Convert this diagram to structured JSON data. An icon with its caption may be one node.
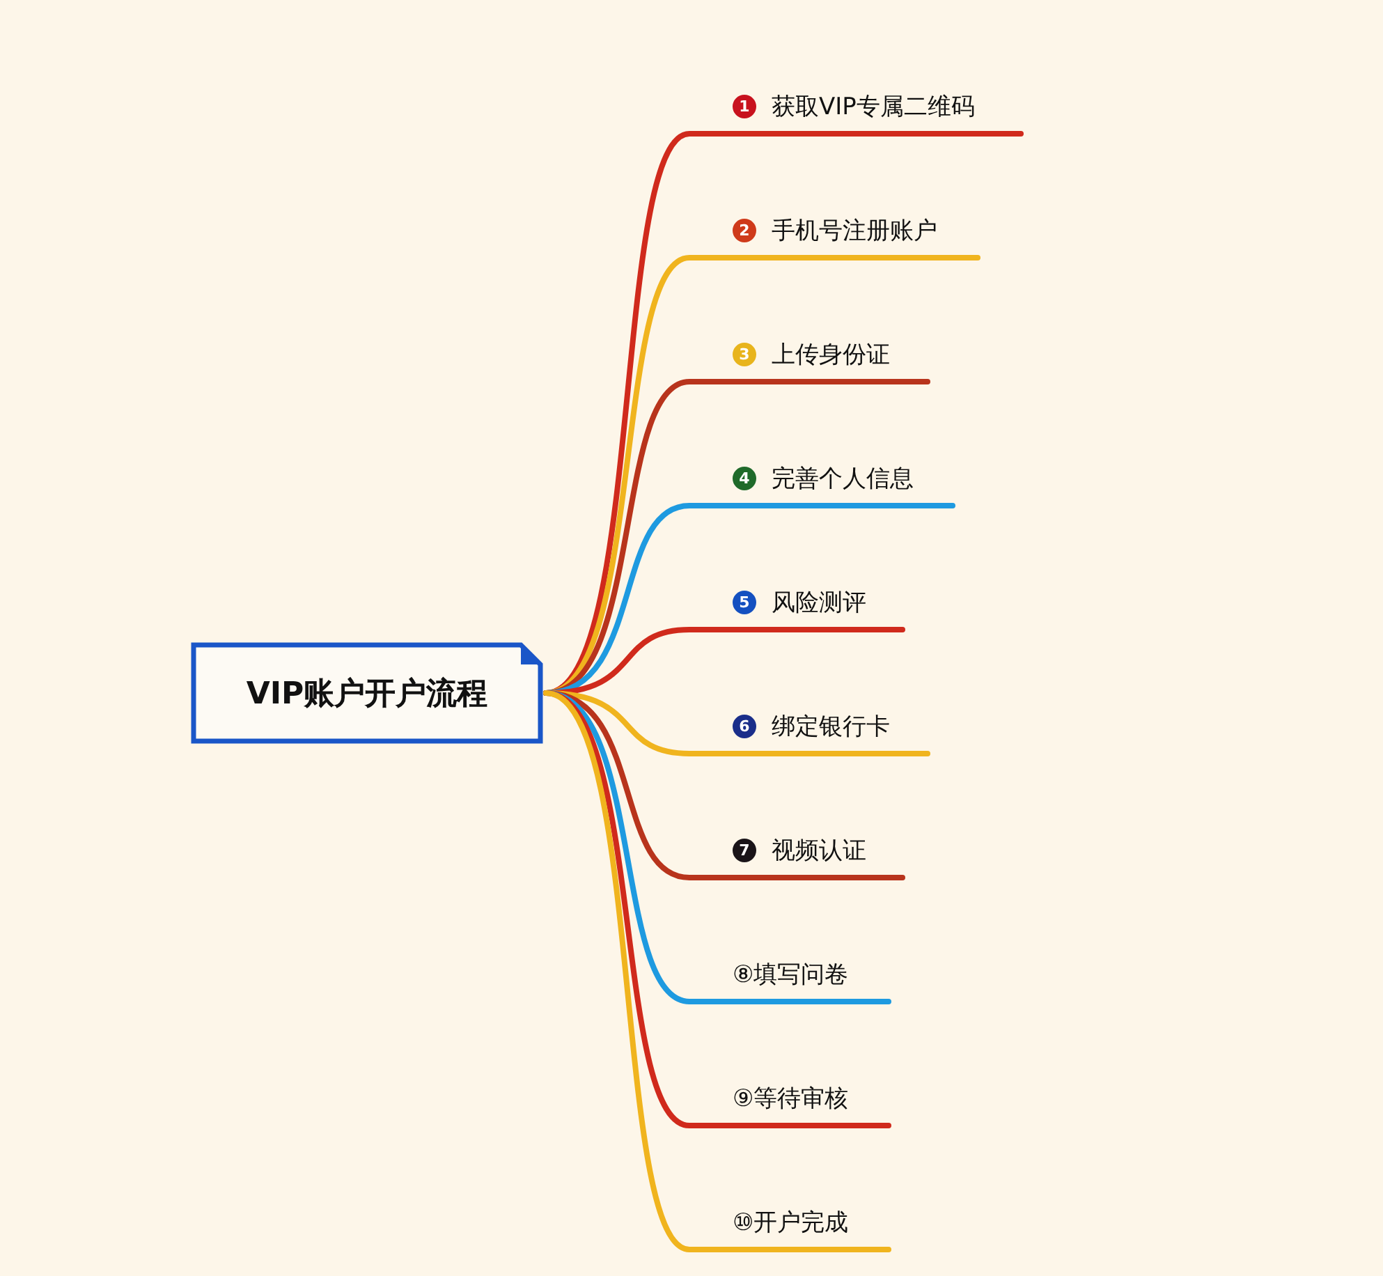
{
  "diagram": {
    "nodes": [
      {
        "text": [
          "VIP账户开户流程"
        ]
      },
      {
        "text": [
          "1",
          "获取VIP专属二维码"
        ]
      },
      {
        "text": [
          "2",
          "手机号注册账户"
        ]
      },
      {
        "text": [
          "3",
          "上传身份证"
        ]
      },
      {
        "text": [
          "4",
          "完善个人信息"
        ]
      },
      {
        "text": [
          "5",
          "风险测评"
        ]
      },
      {
        "text": [
          "6",
          "绑定银行卡"
        ]
      },
      {
        "text": [
          "7",
          "视频认证"
        ]
      },
      {
        "text": [
          "⑧填写问卷"
        ]
      },
      {
        "text": [
          "⑨等待审核"
        ]
      },
      {
        "text": [
          "⑩开户完成"
        ]
      }
    ],
    "edges": [
      {
        "from": 0,
        "to": 1,
        "arrow": "none",
        "color": "#d02a1c"
      },
      {
        "from": 0,
        "to": 2,
        "arrow": "none",
        "color": "#f0b41e"
      },
      {
        "from": 0,
        "to": 3,
        "arrow": "none",
        "color": "#b8341c"
      },
      {
        "from": 0,
        "to": 4,
        "arrow": "none",
        "color": "#1e9ae0"
      },
      {
        "from": 0,
        "to": 5,
        "arrow": "none",
        "color": "#d02a1c"
      },
      {
        "from": 0,
        "to": 6,
        "arrow": "none",
        "color": "#f0b41e"
      },
      {
        "from": 0,
        "to": 7,
        "arrow": "none",
        "color": "#b8341c"
      },
      {
        "from": 0,
        "to": 8,
        "arrow": "none",
        "color": "#1e9ae0"
      },
      {
        "from": 0,
        "to": 9,
        "arrow": "none",
        "color": "#d02a1c"
      },
      {
        "from": 0,
        "to": 10,
        "arrow": "none",
        "color": "#f0b41e"
      }
    ]
  }
}
